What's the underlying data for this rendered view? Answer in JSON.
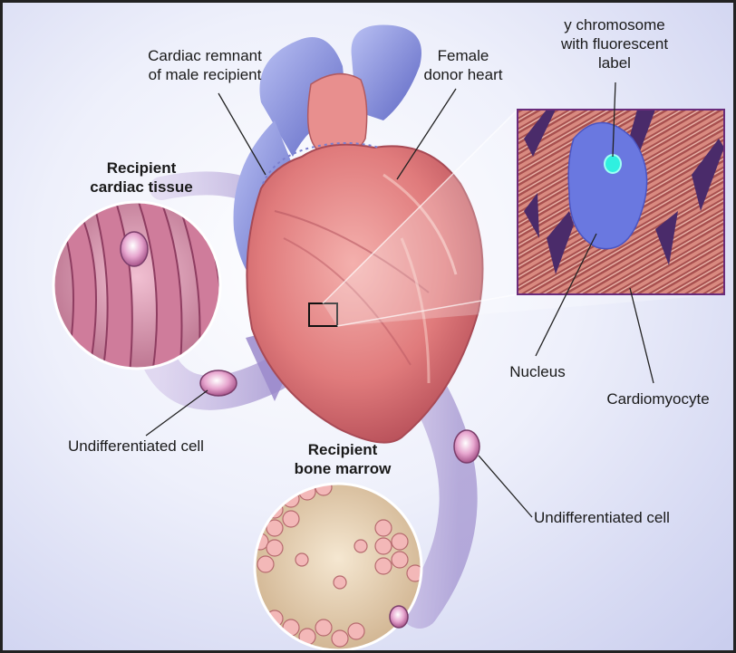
{
  "labels": {
    "cardiac_remnant": "Cardiac remnant\nof male recipient",
    "female_donor": "Female\ndonor heart",
    "y_chromosome": "y chromosome\nwith fluorescent\nlabel",
    "recipient_cardiac_tissue": "Recipient\ncardiac tissue",
    "nucleus": "Nucleus",
    "cardiomyocyte": "Cardiomyocyte",
    "undiff_cell_left": "Undifferentiated cell",
    "recipient_bone_marrow": "Recipient\nbone marrow",
    "undiff_cell_right": "Undifferentiated cell"
  },
  "colors": {
    "heart": "#e07b7c",
    "vessels": "#7d86d8",
    "arrows": "#b7a0d8",
    "nucleus": "#6a78e0",
    "fluorescent_label": "#2ff0e0"
  }
}
